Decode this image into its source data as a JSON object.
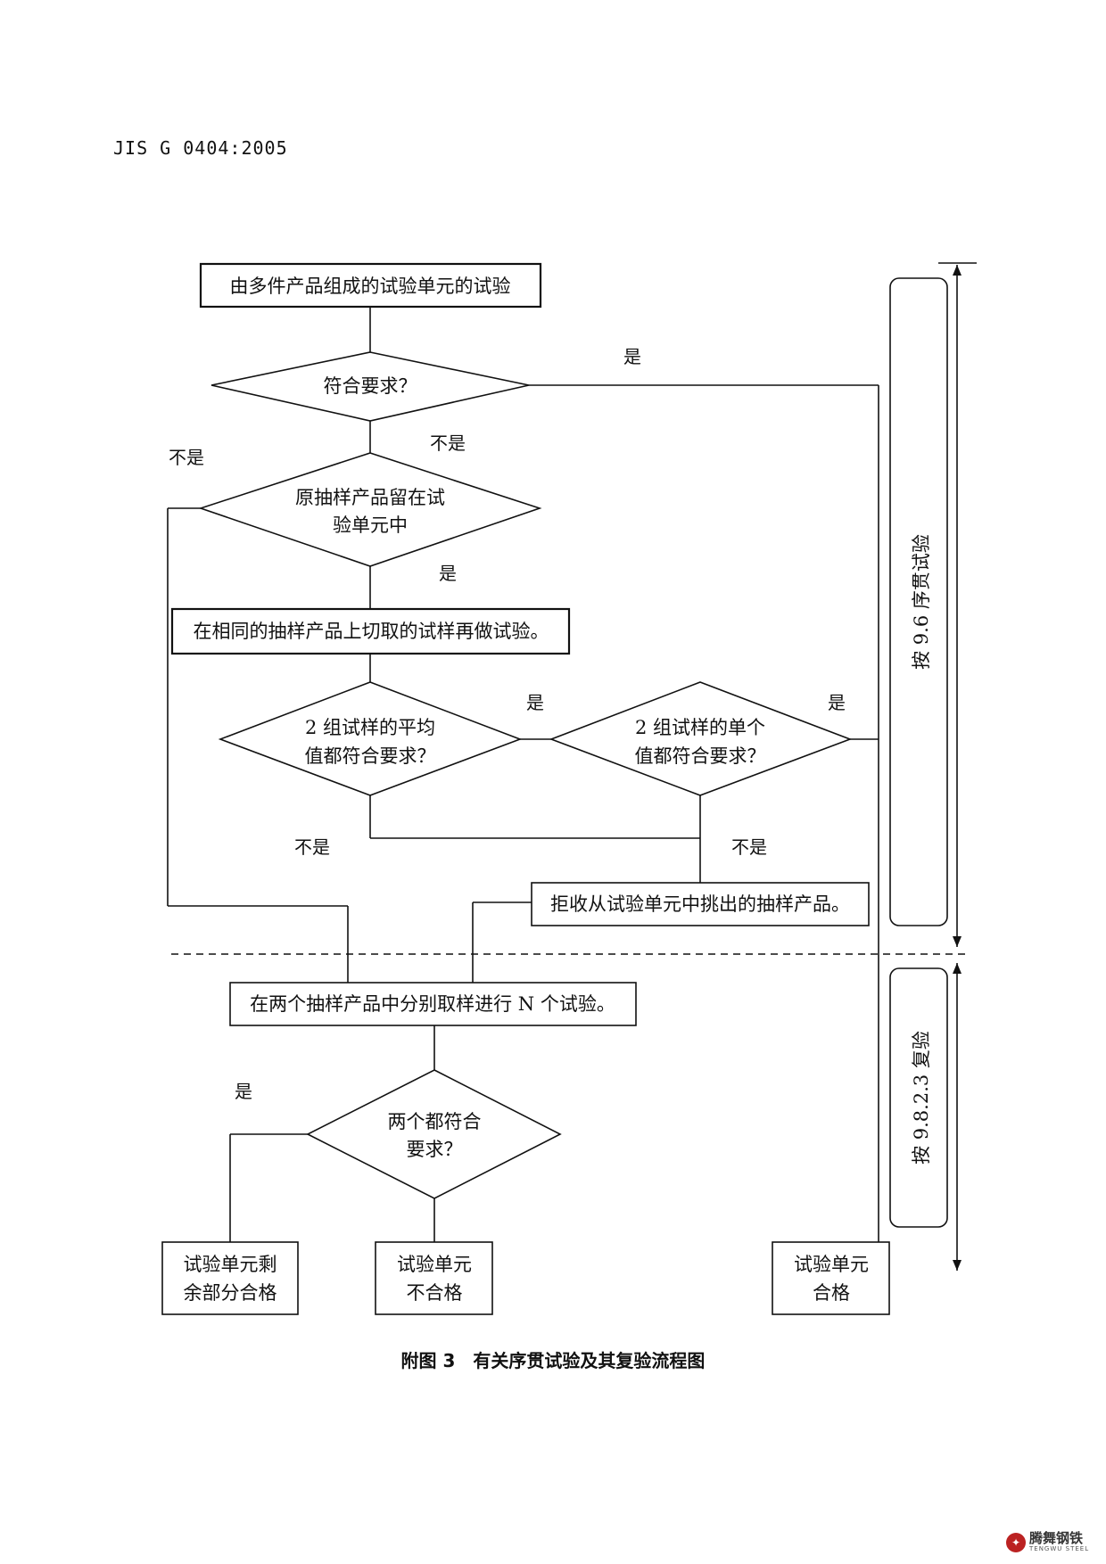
{
  "header": {
    "doc_code": "JIS G 0404:2005"
  },
  "flowchart": {
    "start": "由多件产品组成的试验单元的试验",
    "decision1": "符合要求？",
    "decision2": [
      "原抽样产品留在试",
      "验单元中"
    ],
    "process1": "在相同的抽样产品上切取的试样再做试验。",
    "decision3": [
      "2 组试样的平均",
      "值都符合要求？"
    ],
    "decision4": [
      "2 组试样的单个",
      "值都符合要求？"
    ],
    "process2": "拒收从试验单元中挑出的抽样产品。",
    "process3": "在两个抽样产品中分别取样进行 N 个试验。",
    "decision5": [
      "两个都符合",
      "要求？"
    ],
    "end1": [
      "试验单元剩",
      "余部分合格"
    ],
    "end2": [
      "试验单元",
      "不合格"
    ],
    "end3": [
      "试验单元",
      "合格"
    ],
    "labels": {
      "yes": "是",
      "no": "不是"
    },
    "side1": "按 9.6 序贯试验",
    "side2": "按 9.8.2.3 复验"
  },
  "caption": "附图 3　有关序贯试验及其复验流程图",
  "logo": {
    "name": "腾舞钢铁",
    "sub": "TENGWU STEEL"
  }
}
